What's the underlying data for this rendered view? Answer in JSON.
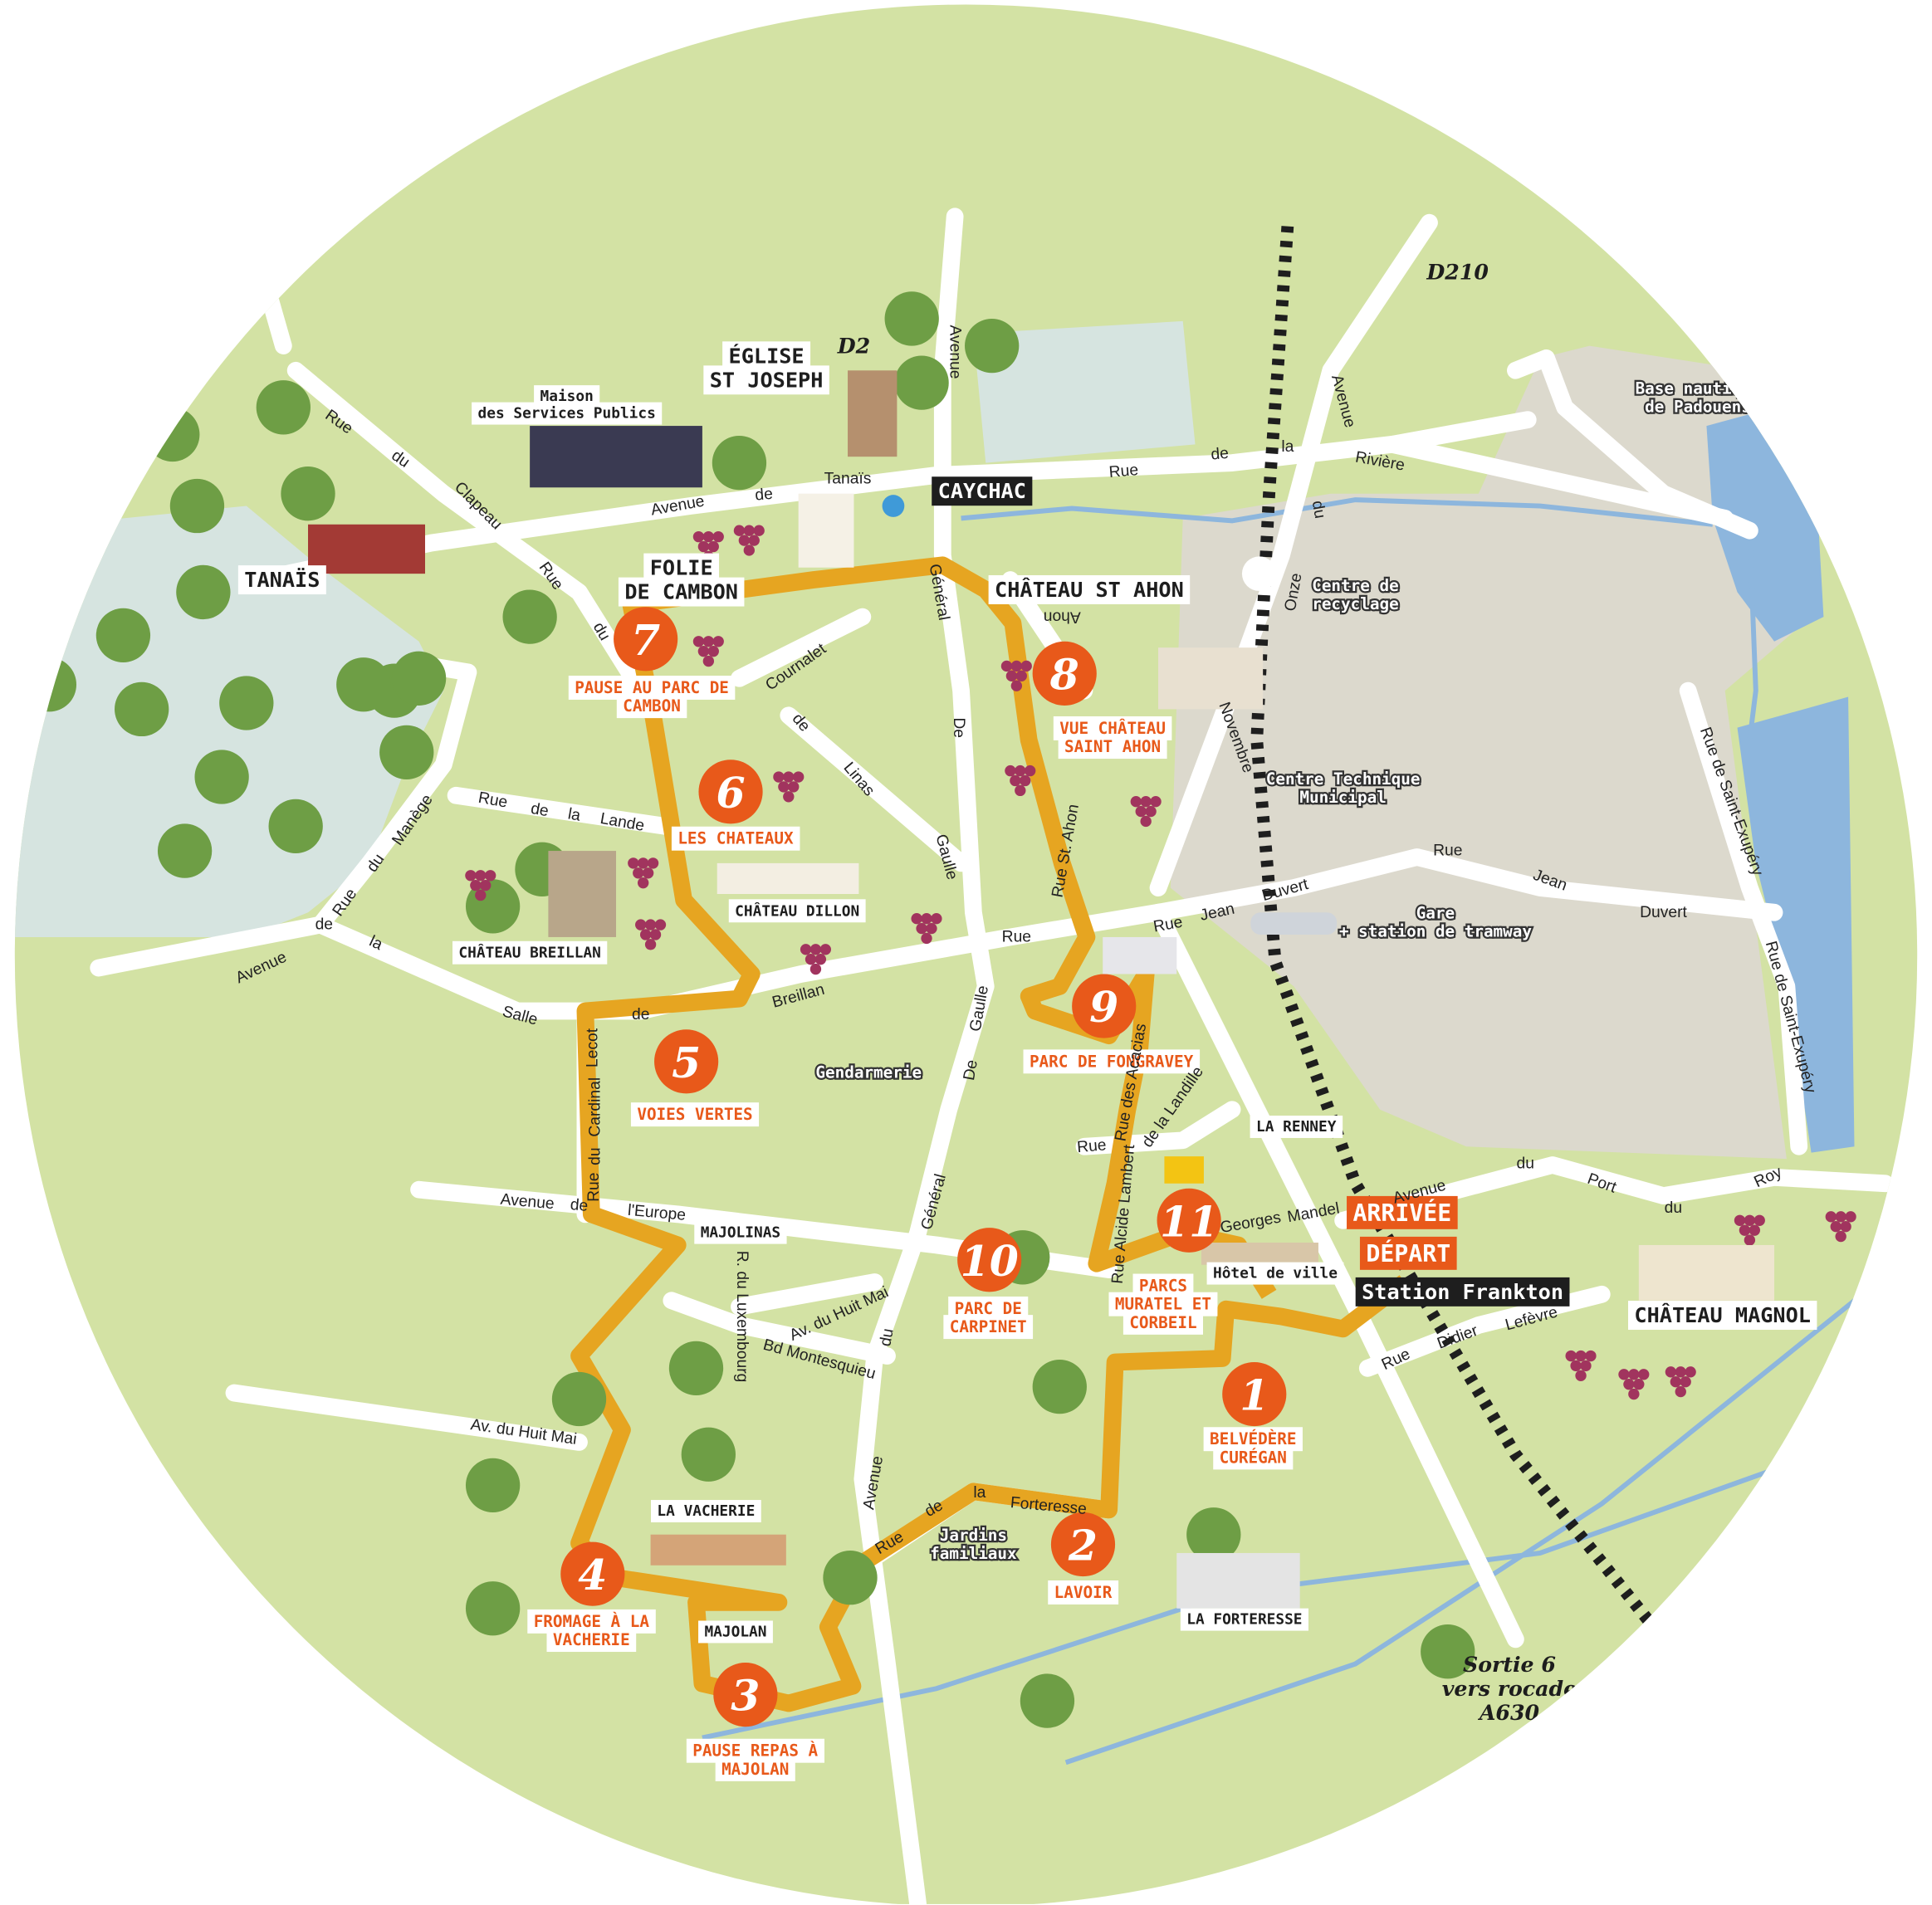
{
  "colors": {
    "land": "#d3e2a4",
    "park": "#d6e4e0",
    "urban": "#dcd9cd",
    "water": "#8db6dd",
    "road": "#ffffff",
    "route": "#e6a521",
    "stop": "#e8591a",
    "tree": "#6e9e45",
    "grape": "#a1345e"
  },
  "places": {
    "caychac": [
      "CAYCHAC"
    ],
    "la_renney": [
      "LA RENNEY"
    ],
    "majolinas": [
      "MAJOLINAS"
    ],
    "station_frankton": [
      "Station Frankton"
    ],
    "eglise": [
      "ÉGLISE",
      "ST JOSEPH"
    ],
    "folie_cambon": [
      "FOLIE",
      "DE CAMBON"
    ],
    "chateau_st_ahon": [
      "CHÂTEAU ST AHON"
    ],
    "chateau_dillon": [
      "CHÂTEAU DILLON"
    ],
    "chateau_breillan": [
      "CHÂTEAU BREILLAN"
    ],
    "tanais": [
      "TANAÏS"
    ],
    "la_vacherie": [
      "LA VACHERIE"
    ],
    "majolan": [
      "MAJOLAN"
    ],
    "la_forteresse": [
      "LA FORTERESSE"
    ],
    "chateau_magnol": [
      "CHÂTEAU MAGNOL"
    ],
    "maison_services": [
      "Maison",
      "des Services Publics"
    ],
    "hotel_de_ville": [
      "Hôtel de ville"
    ]
  },
  "stops_labels": {
    "pause_cambon": [
      "PAUSE AU PARC DE",
      "CAMBON"
    ],
    "vue_st_ahon": [
      "VUE CHÂTEAU",
      "SAINT AHON"
    ],
    "les_chateaux": [
      "LES CHATEAUX"
    ],
    "fongravey": [
      "PARC DE FONGRAVEY"
    ],
    "voies_vertes": [
      "VOIES VERTES"
    ],
    "muratel": [
      "PARCS",
      "MURATEL ET",
      "CORBEIL"
    ],
    "carpinet": [
      "PARC DE",
      "CARPINET"
    ],
    "belvedere": [
      "BELVÉDÈRE",
      "CURÉGAN"
    ],
    "lavoir": [
      "LAVOIR"
    ],
    "fromage": [
      "FROMAGE À LA",
      "VACHERIE"
    ],
    "pause_repas": [
      "PAUSE REPAS À",
      "MAJOLAN"
    ]
  },
  "start_finish": {
    "arrivee": [
      "ARRIVÉE"
    ],
    "depart": [
      "DÉPART"
    ]
  },
  "poi": {
    "recyclage": [
      "Centre de",
      "recyclage"
    ],
    "technique": [
      "Centre Technique",
      "Municipal"
    ],
    "gare": [
      "Gare",
      "+ station de tramway"
    ],
    "nautique": [
      "Base nautique",
      "de Padouens"
    ],
    "gendarmerie": [
      "Gendarmerie"
    ],
    "jardins": [
      "Jardins",
      "familiaux"
    ]
  },
  "road_refs": {
    "d2": [
      "D2"
    ],
    "d210": [
      "D210"
    ],
    "sortie": [
      "Sortie 6",
      "vers rocade",
      "A630"
    ]
  },
  "stops": [
    "1",
    "2",
    "3",
    "4",
    "5",
    "6",
    "7",
    "8",
    "9",
    "10",
    "11"
  ],
  "streets": [
    "Rue",
    "du",
    "Clapeau",
    "Rue",
    "du",
    "Avenue",
    "de",
    "Tanaïs",
    "Avenue",
    "Général",
    "De",
    "Gaulle",
    "Rue",
    "de",
    "la",
    "Rivière",
    "Avenue",
    "du",
    "Onze",
    "Novembre",
    "Cournalet",
    "de",
    "Linas",
    "Rue",
    "de",
    "la",
    "Lande",
    "Manège",
    "du",
    "Rue",
    "Avenue",
    "de",
    "la",
    "Salle",
    "de",
    "Breillan",
    "Rue",
    "Lecot",
    "Cardinal",
    "du",
    "Rue",
    "Avenue",
    "de",
    "l'Europe",
    "Gaulle",
    "De",
    "Général",
    "Rue St. Ahon",
    "Ahon",
    "Rue",
    "Jean",
    "Duvert",
    "Rue",
    "Jean",
    "Duvert",
    "Rue de Saint-Exupéry",
    "Rue de Saint-Exupéry",
    "Avenue",
    "du",
    "Port",
    "du",
    "Roy",
    "Rue",
    "Didier",
    "Lefèvre",
    "Georges",
    "Mandel",
    "Rue",
    "de la Landille",
    "Rue des Acacias",
    "Rue Alcide Lambert",
    "R. du Luxembourg",
    "Av. du Huit Mai",
    "Bd Montesquieu",
    "du",
    "Av. du Huit Mai",
    "Avenue",
    "Rue",
    "de",
    "la",
    "Forteresse"
  ]
}
